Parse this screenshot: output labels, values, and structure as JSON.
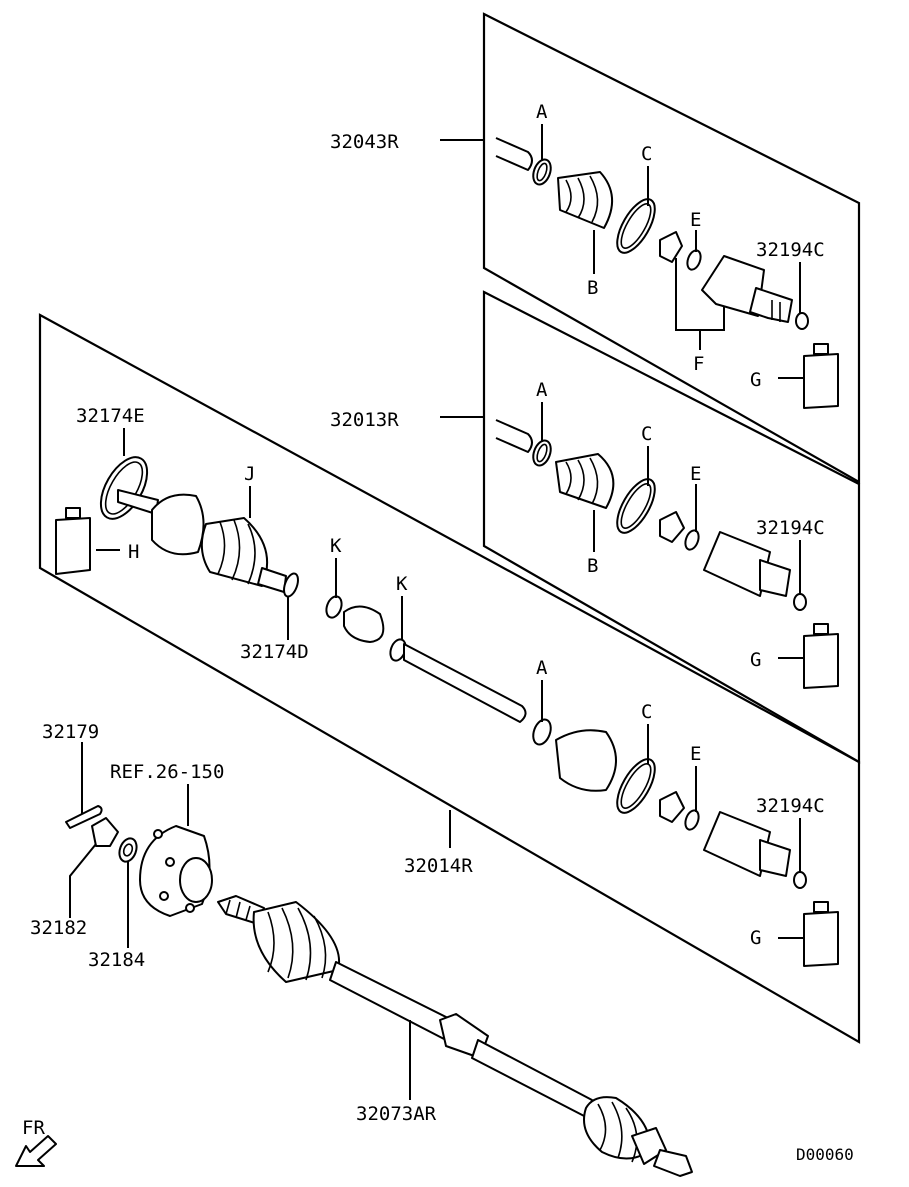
{
  "diagram": {
    "drawing_code": "D00060",
    "direction_label": "FR",
    "panels": [
      {
        "assembly": "32043R",
        "component_labels": [
          "A",
          "B",
          "C",
          "E",
          "F",
          "32194C",
          "G"
        ]
      },
      {
        "assembly": "32013R",
        "component_labels": [
          "A",
          "B",
          "C",
          "E",
          "32194C",
          "G"
        ]
      },
      {
        "assembly": "32014R",
        "component_labels": [
          "32174E",
          "H",
          "J",
          "K",
          "K",
          "32174D",
          "A",
          "C",
          "E",
          "32194C",
          "G"
        ]
      }
    ],
    "hub_parts": [
      "32179",
      "REF.26-150",
      "32182",
      "32184"
    ],
    "main_shaft": "32073AR",
    "icons": [
      "arrow-icon"
    ]
  }
}
